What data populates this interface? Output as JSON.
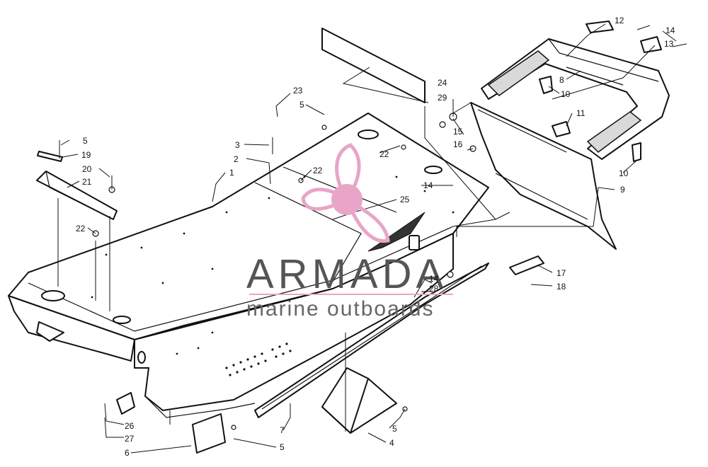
{
  "watermark": {
    "title": "ARMADA",
    "subtitle": "marine outboards",
    "accent": "#e8a5c8",
    "text_color": "#555555"
  },
  "callouts": [
    {
      "id": "c1",
      "label": "1"
    },
    {
      "id": "c2",
      "label": "2"
    },
    {
      "id": "c3",
      "label": "3"
    },
    {
      "id": "c4",
      "label": "4"
    },
    {
      "id": "c5a",
      "label": "5"
    },
    {
      "id": "c5b",
      "label": "5"
    },
    {
      "id": "c5c",
      "label": "5"
    },
    {
      "id": "c5d",
      "label": "5"
    },
    {
      "id": "c6",
      "label": "6"
    },
    {
      "id": "c7",
      "label": "7"
    },
    {
      "id": "c8",
      "label": "8"
    },
    {
      "id": "c9",
      "label": "9"
    },
    {
      "id": "c10a",
      "label": "10"
    },
    {
      "id": "c10b",
      "label": "10"
    },
    {
      "id": "c11",
      "label": "11"
    },
    {
      "id": "c12",
      "label": "12"
    },
    {
      "id": "c13",
      "label": "13"
    },
    {
      "id": "c14a",
      "label": "14"
    },
    {
      "id": "c14b",
      "label": "14"
    },
    {
      "id": "c14c",
      "label": "14"
    },
    {
      "id": "c15",
      "label": "15"
    },
    {
      "id": "c16",
      "label": "16"
    },
    {
      "id": "c17",
      "label": "17"
    },
    {
      "id": "c18",
      "label": "18"
    },
    {
      "id": "c19",
      "label": "19"
    },
    {
      "id": "c20",
      "label": "20"
    },
    {
      "id": "c21",
      "label": "21"
    },
    {
      "id": "c22a",
      "label": "22"
    },
    {
      "id": "c22b",
      "label": "22"
    },
    {
      "id": "c22c",
      "label": "22"
    },
    {
      "id": "c23",
      "label": "23"
    },
    {
      "id": "c24",
      "label": "24"
    },
    {
      "id": "c25",
      "label": "25"
    },
    {
      "id": "c26",
      "label": "26"
    },
    {
      "id": "c27",
      "label": "27"
    },
    {
      "id": "c28",
      "label": "28"
    },
    {
      "id": "c29",
      "label": "29"
    }
  ]
}
